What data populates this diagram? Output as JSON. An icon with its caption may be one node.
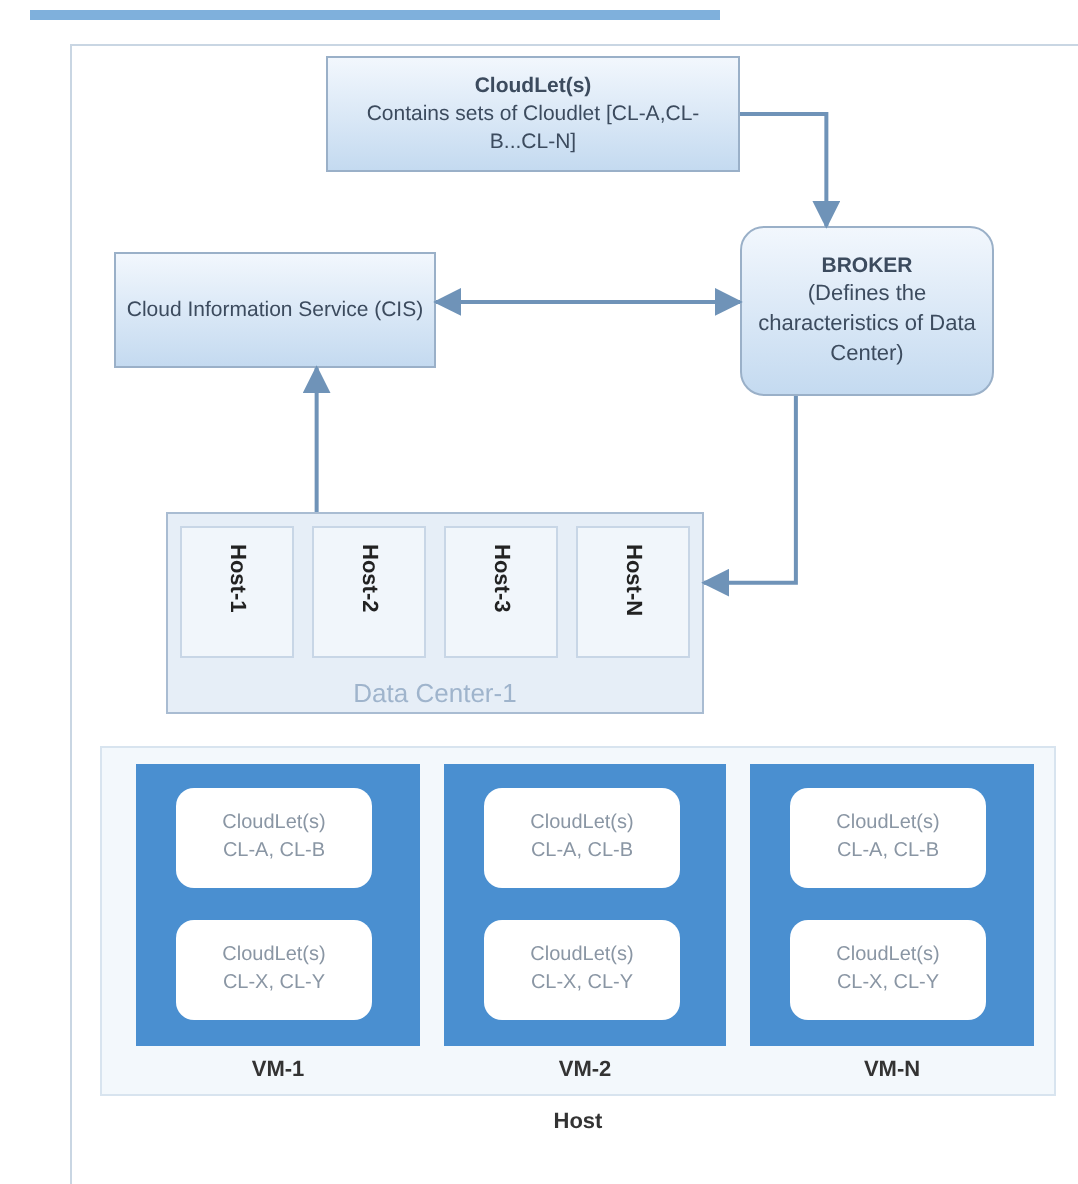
{
  "diagram": {
    "nodes": [
      {
        "text": [
          "CloudLet(s)",
          "Contains sets of Cloudlet [CL-A,CL-B...CL-N]"
        ]
      },
      {
        "text": [
          "Cloud Information Service (CIS)"
        ]
      },
      {
        "text": [
          "BROKER",
          "(Defines the characteristics of Data Center)"
        ]
      },
      {
        "text": [
          "Data Center-1"
        ]
      },
      {
        "text": [
          "Host-1"
        ],
        "in": 3
      },
      {
        "text": [
          "Host-2"
        ],
        "in": 3
      },
      {
        "text": [
          "Host-3"
        ],
        "in": 3
      },
      {
        "text": [
          "Host-N"
        ],
        "in": 3
      },
      {
        "text": [
          "Host"
        ]
      },
      {
        "text": [
          "VM-1"
        ],
        "in": 8
      },
      {
        "text": [
          "CloudLet(s) CL-A, CL-B"
        ],
        "in": 9
      },
      {
        "text": [
          "CloudLet(s) CL-X, CL-Y"
        ],
        "in": 9
      },
      {
        "text": [
          "VM-2"
        ],
        "in": 8
      },
      {
        "text": [
          "CloudLet(s) CL-A, CL-B"
        ],
        "in": 12
      },
      {
        "text": [
          "CloudLet(s) CL-X, CL-Y"
        ],
        "in": 12
      },
      {
        "text": [
          "VM-N"
        ],
        "in": 8
      },
      {
        "text": [
          "CloudLet(s) CL-A, CL-B"
        ],
        "in": 15
      },
      {
        "text": [
          "CloudLet(s) CL-X, CL-Y"
        ],
        "in": 15
      }
    ],
    "edges": [
      {
        "from": 0,
        "to": 2,
        "arrow": "to"
      },
      {
        "from": 1,
        "to": 2,
        "arrow": "both"
      },
      {
        "from": 3,
        "to": 1,
        "arrow": "to"
      },
      {
        "from": 2,
        "to": 3,
        "arrow": "to"
      }
    ]
  }
}
